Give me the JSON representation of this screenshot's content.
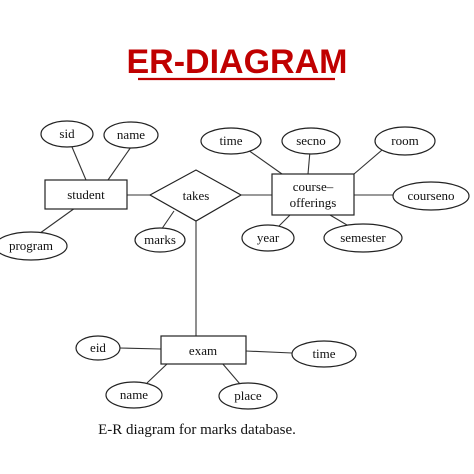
{
  "title": "ER-DIAGRAM",
  "caption": "E-R diagram for marks database.",
  "colors": {
    "title": "#c00000",
    "ink": "#222222"
  },
  "entities": {
    "student": "student",
    "course_offerings_line1": "course–",
    "course_offerings_line2": "offerings",
    "exam": "exam"
  },
  "relationships": {
    "takes": "takes"
  },
  "attributes": {
    "sid": "sid",
    "student_name": "name",
    "program": "program",
    "marks": "marks",
    "time": "time",
    "secno": "secno",
    "room": "room",
    "courseno": "courseno",
    "year": "year",
    "semester": "semester",
    "eid": "eid",
    "exam_time": "time",
    "exam_name": "name",
    "place": "place"
  }
}
